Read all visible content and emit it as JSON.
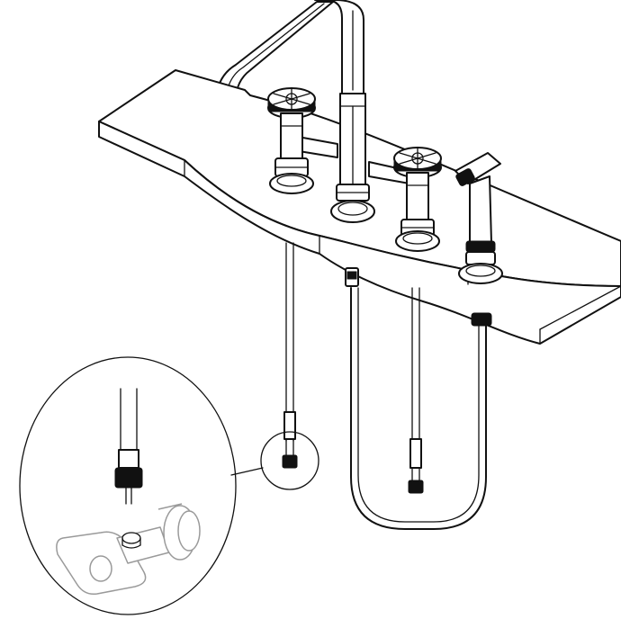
{
  "figure": {
    "kind": "installation-illustration",
    "components": [
      "countertop",
      "bridge-spout",
      "left-handle-valve",
      "right-handle-valve",
      "side-sprayer",
      "supply-hoses",
      "sprayer-hose-loop",
      "detail-callout-angle-stop"
    ],
    "line_color": "#111111",
    "ghost_color": "#9a9a9a",
    "background": "#ffffff"
  }
}
